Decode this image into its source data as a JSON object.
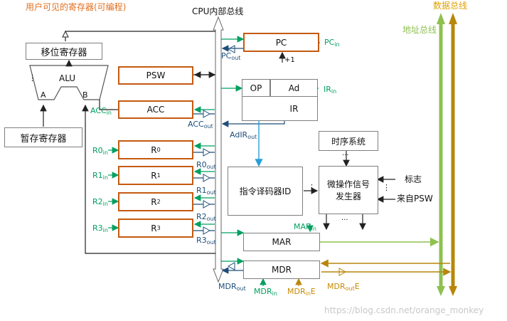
{
  "header": {
    "user_visible_regs": "用户可见的寄存器(可编程)",
    "cpu_bus": "CPU内部总线",
    "data_bus": "数据总线",
    "addr_bus": "地址总线"
  },
  "regs": {
    "shift": "移位寄存器",
    "alu": "ALU",
    "alu_a": "A",
    "alu_b": "B",
    "temp": "暂存寄存器",
    "psw": "PSW",
    "acc": "ACC",
    "r0": "R",
    "r0_sub": "0",
    "r1": "R",
    "r1_sub": "1",
    "r2": "R",
    "r2_sub": "2",
    "r3": "R",
    "r3_sub": "3",
    "pc": "PC",
    "op": "OP",
    "ad": "Ad",
    "ir": "IR",
    "plus1": "+1",
    "mar": "MAR",
    "mdr": "MDR",
    "timing": "时序系统",
    "decoder": "指令译码器ID",
    "microop_line1": "微操作信号",
    "microop_line2": "发生器",
    "flags": "标志",
    "from_psw": "来自PSW",
    "dots": "···",
    "vdots": "⋮"
  },
  "signals": {
    "pc_in": "PC",
    "pc_in_sub": "in",
    "pc_out": "PC",
    "pc_out_sub": "out",
    "ir_in": "IR",
    "ir_in_sub": "in",
    "adir_out": "AdIR",
    "adir_out_sub": "out",
    "acc_in": "ACC",
    "acc_in_sub": "in",
    "acc_out": "ACC",
    "acc_out_sub": "out",
    "r0_in": "R0",
    "r0_in_sub": "in",
    "r0_out": "R0",
    "r0_out_sub": "out",
    "r1_in": "R1",
    "r1_in_sub": "in",
    "r1_out": "R1",
    "r1_out_sub": "out",
    "r2_in": "R2",
    "r2_in_sub": "in",
    "r2_out": "R2",
    "r2_out_sub": "out",
    "r3_in": "R3",
    "r3_in_sub": "in",
    "r3_out": "R3",
    "r3_out_sub": "out",
    "mar_in": "MAR",
    "mar_in_sub": "in",
    "mdr_out": "MDR",
    "mdr_out_sub": "out",
    "mdr_in": "MDR",
    "mdr_in_sub": "in",
    "mdr_in_e": "MDR",
    "mdr_in_e_sub": "in",
    "mdr_in_e_suffix": "E",
    "mdr_out_e": "MDR",
    "mdr_out_e_sub": "out",
    "mdr_out_e_suffix": "E"
  },
  "watermark": "https://blog.csdn.net/orange_monkey",
  "colors": {
    "register_border": "#c55a11",
    "control_green": "#00a060",
    "data_bus": "#b8860b",
    "addr_bus": "#8fc050",
    "internal_path": "#1f4e79",
    "decode_path": "#2a9fd6"
  }
}
